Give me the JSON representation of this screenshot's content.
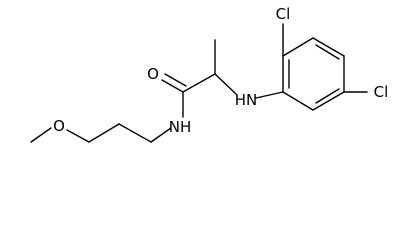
{
  "molecule": {
    "atoms": {
      "cl_top": "Cl",
      "cl_right": "Cl",
      "nh_amine": "HN",
      "o_carbonyl": "O",
      "nh_amide": "NH",
      "o_ether": "O"
    }
  },
  "colors": {
    "bond": "#000000",
    "background": "#ffffff",
    "text": "#000000"
  }
}
